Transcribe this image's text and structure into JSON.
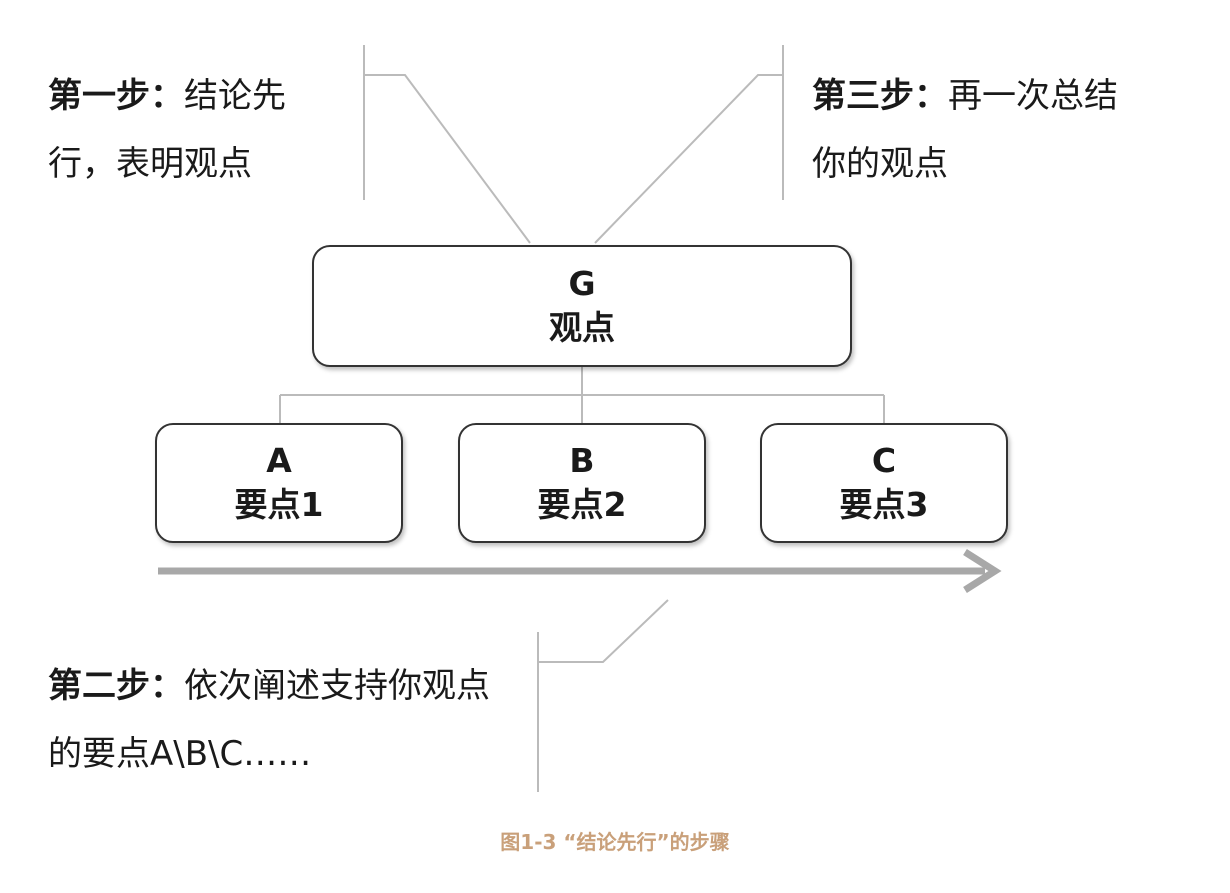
{
  "notes": {
    "step1": {
      "label": "第一步：",
      "text": "结论先行，表明观点"
    },
    "step3": {
      "label": "第三步：",
      "text": "再一次总结你的观点"
    },
    "step2": {
      "label": "第二步：",
      "text": "依次阐述支持你观点的要点A\\B\\C……"
    }
  },
  "root": {
    "letter": "G",
    "label": "观点"
  },
  "points": [
    {
      "letter": "A",
      "label": "要点1"
    },
    {
      "letter": "B",
      "label": "要点2"
    },
    {
      "letter": "C",
      "label": "要点3"
    }
  ],
  "caption": "图1-3 “结论先行”的步骤",
  "colors": {
    "box_border": "#333333",
    "connector": "#bbbbbb",
    "arrow": "#a8a8a8",
    "caption": "#c9a07a"
  }
}
